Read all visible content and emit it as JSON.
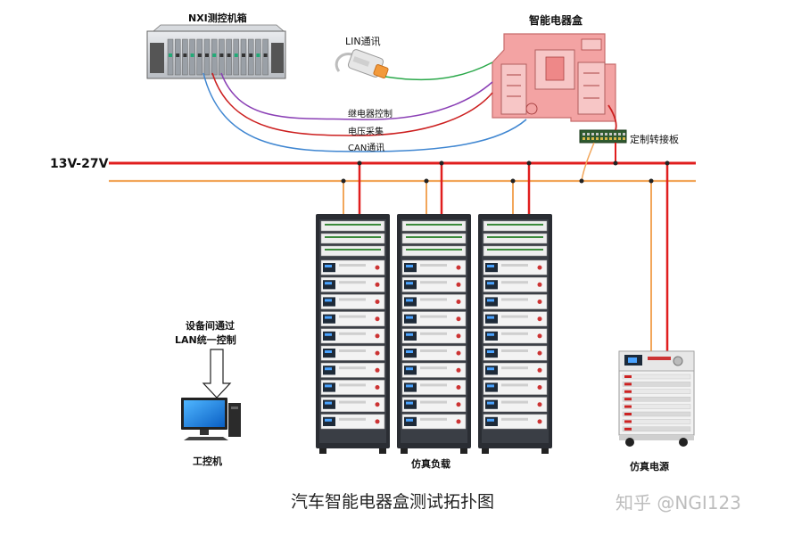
{
  "labels": {
    "nxi_chassis": "NXI测控机箱",
    "lin": "LIN通讯",
    "smart_box": "智能电器盒",
    "relay_ctrl": "继电器控制",
    "voltage_acq": "电压采集",
    "can": "CAN通讯",
    "adapter": "定制转接板",
    "bus_voltage": "13V-27V",
    "lan_line1": "设备间通过",
    "lan_line2": "LAN统一控制",
    "ipc": "工控机",
    "sim_load": "仿真负载",
    "sim_power": "仿真电源"
  },
  "caption": "汽车智能电器盒测试拓扑图",
  "watermark": "知乎 @NGI123",
  "colors": {
    "bus_red": "#e01e1e",
    "bus_orange": "#f2a65a",
    "relay_line": "#8a3fb5",
    "voltage_line": "#cc1f1f",
    "can_line": "#3f86d1",
    "lin_line": "#2aa84a",
    "smart_box_fill": "#f3a3a3",
    "rack_frame": "#2a2d33"
  }
}
